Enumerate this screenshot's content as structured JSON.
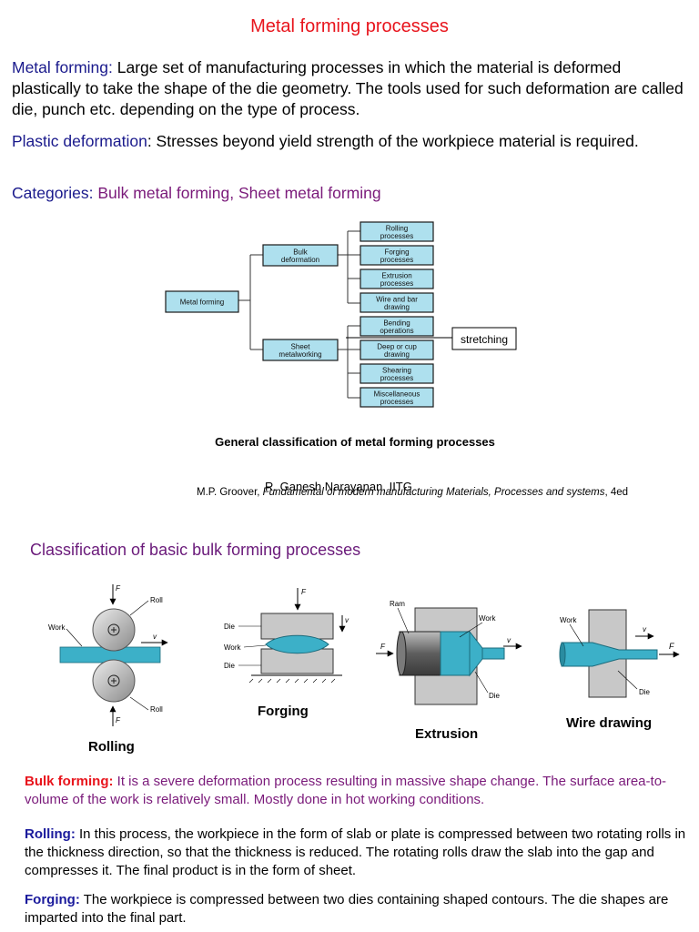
{
  "title": "Metal forming processes",
  "paragraphs": {
    "metal_forming_term": "Metal forming:",
    "metal_forming_text": " Large set of manufacturing processes in which the material is deformed plastically to take the shape of the die geometry. The tools used for such deformation are called die, punch etc. depending on the type of process.",
    "plastic_term": "Plastic deformation",
    "plastic_text": ": Stresses beyond yield strength of the workpiece material is required.",
    "categories_term": "Categories:",
    "categories_text": " Bulk metal forming, Sheet metal forming"
  },
  "diagram": {
    "root": "Metal forming",
    "bulk": [
      "Bulk",
      "deformation"
    ],
    "sheet": [
      "Sheet",
      "metalworking"
    ],
    "bulk_children": [
      [
        "Rolling",
        "processes"
      ],
      [
        "Forging",
        "processes"
      ],
      [
        "Extrusion",
        "processes"
      ],
      [
        "Wire and bar",
        "drawing"
      ]
    ],
    "sheet_children": [
      [
        "Bending",
        "operations"
      ],
      [
        "Deep or cup",
        "drawing"
      ],
      [
        "Shearing",
        "processes"
      ],
      [
        "Miscellaneous",
        "processes"
      ]
    ],
    "annotation": "stretching"
  },
  "caption": "General classification of metal forming processes",
  "credit": {
    "overlay": "R. Ganesh Narayanan, IITG",
    "author": "M.P. Groover, ",
    "book": "Fundamental of modern manufacturing Materials, Processes and systems",
    "edition": ", 4ed"
  },
  "section2_title": "Classification of basic bulk forming processes",
  "figures": {
    "rolling": "Rolling",
    "forging": "Forging",
    "extrusion": "Extrusion",
    "wire": "Wire drawing",
    "labels": {
      "F": "F",
      "v": "v",
      "roll": "Roll",
      "work": "Work",
      "die": "Die",
      "ram": "Ram"
    }
  },
  "bottom": {
    "bulk_term": "Bulk forming:",
    "bulk_text": " It is a severe deformation process resulting in massive shape change. The surface area-to-volume of the work is relatively small. Mostly done in hot working conditions.",
    "rolling_term": "Rolling:",
    "rolling_text": " In this process, the workpiece in the form of slab or plate is compressed between two rotating rolls in the thickness direction, so that the thickness is reduced. The rotating rolls draw the slab into the gap and compresses it. The final product is in the form of sheet.",
    "forging_term": "Forging:",
    "forging_text": " The workpiece is compressed between two dies containing shaped contours. The die shapes are imparted into the final part."
  }
}
